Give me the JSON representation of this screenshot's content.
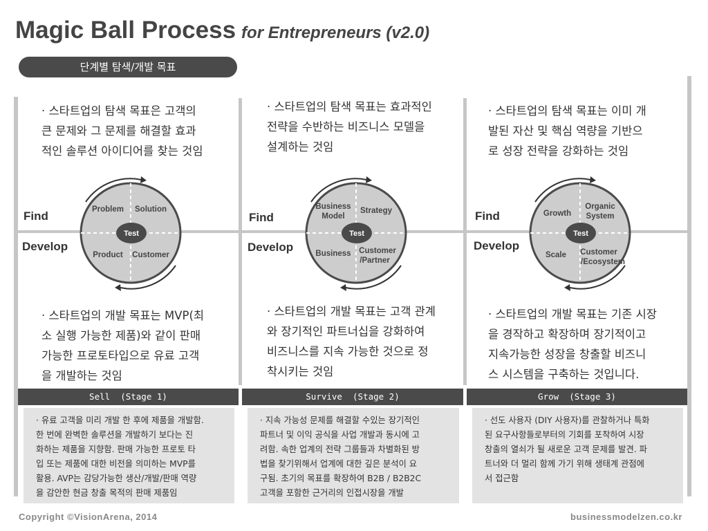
{
  "title": {
    "main": "Magic Ball Process",
    "sub": "for Entrepreneurs  (v2.0)"
  },
  "pill": "단계별 탐색/개발 목표",
  "axis_labels": {
    "find": "Find",
    "develop": "Develop"
  },
  "columns": [
    {
      "find_text": [
        "· 스타트업의 탐색 목표은 고객의",
        "큰 문제와 그 문제를 해결할 효과",
        "적인 솔루션 아이디어를 찾는 것임"
      ],
      "develop_text": [
        "· 스타트업의 개발 목표는 MVP(최",
        "소 실행 가능한 제품)와 같이 판매",
        "가능한 프로토타입으로 유료 고객",
        "을 개발하는 것임"
      ],
      "circle": {
        "tl": [
          "Problem"
        ],
        "tr": [
          "Solution"
        ],
        "bl": [
          "Product"
        ],
        "br": [
          "Customer"
        ],
        "center": "Test"
      },
      "stage": "Sell  (Stage 1)",
      "desc": [
        "· 유료 고객을 미리 개발 한 후에 제품을 개발함.",
        "한 번에 완벽한 솔루션을 개발하기 보다는 진",
        "화하는 제품을 지향함. 판매 가능한 프로토 타",
        "입 또는 제품에 대한 비전을 의미하는 MVP를",
        "활용. AVP는 감당가능한 생산/개발/판매 역량",
        "을 감안한 현금 창출 목적의 판매 제품임"
      ]
    },
    {
      "find_text": [
        "· 스타트업의 탐색 목표는 효과적인",
        "전략을 수반하는 비즈니스 모델을",
        "설계하는 것임"
      ],
      "develop_text": [
        "· 스타트업의 개발 목표는 고객 관계",
        "와 장기적인 파트너십을 강화하여",
        "비즈니스를 지속 가능한 것으로 정",
        "착시키는 것임"
      ],
      "circle": {
        "tl": [
          "Business",
          "Model"
        ],
        "tr": [
          "Strategy"
        ],
        "bl": [
          "Business"
        ],
        "br": [
          "Customer",
          "/Partner"
        ],
        "center": "Test"
      },
      "stage": "Survive  (Stage 2)",
      "desc": [
        "· 지속 가능성 문제를 해결할 수있는 장기적인",
        "파트너 및 이익 공식을 사업 개발과 동시에 고",
        "려함. 속한 업계의 전략 그룹들과 차별화된 방",
        "법을 찾기위해서 업계에 대한 깊은 분석이 요",
        "구됨. 초기의 목표를 확장하여 B2B / B2B2C",
        "고객을 포함한 근거리의 인접시장을 개발"
      ]
    },
    {
      "find_text": [
        "· 스타트업의 탐색 목표는 이미 개",
        "발된 자산 및 핵심 역량을 기반으",
        "로 성장 전략을 강화하는 것임"
      ],
      "develop_text": [
        "· 스타트업의 개발 목표는 기존 시장",
        "을 경작하고 확장하며 장기적이고",
        "지속가능한 성장을 창출할 비즈니",
        "스 시스템을 구축하는 것입니다."
      ],
      "circle": {
        "tl": [
          "Growth"
        ],
        "tr": [
          "Organic",
          "System"
        ],
        "bl": [
          "Scale"
        ],
        "br": [
          "Customer",
          "/Ecosystem"
        ],
        "center": "Test"
      },
      "stage": "Grow  (Stage 3)",
      "desc": [
        "· 선도 사용자 (DIY 사용자)를 관찰하거나 특화",
        "된 요구사항들로부터의 기회를 포착하여 시장",
        "창출의 열쇠가 될 새로운 고객 문제를 발견. 파",
        "트너와 더 멀리 함께 가기 위해 생태계 관점에",
        "서 접근함"
      ]
    }
  ],
  "footer": {
    "left": "Copyright ©VisionArena, 2014",
    "right": "businessmodelzen.co.kr"
  },
  "colors": {
    "dark": "#4a4a4a",
    "circle_fill": "#cdcdcd",
    "bar": "#c6c6c6",
    "desc_bg": "#e3e3e3"
  }
}
